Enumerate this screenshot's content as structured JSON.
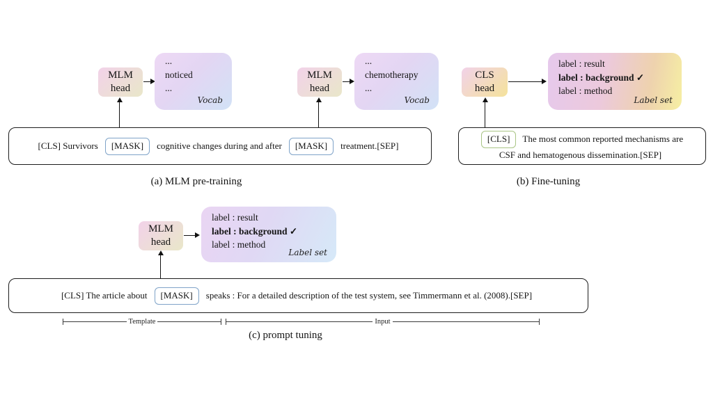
{
  "panel_a": {
    "caption": "(a) MLM pre-training",
    "unit1": {
      "head_line1": "MLM",
      "head_line2": "head",
      "vocab_line1": "...",
      "vocab_line2": "noticed",
      "vocab_line3": "...",
      "vocab_tag": "Vocab"
    },
    "unit2": {
      "head_line1": "MLM",
      "head_line2": "head",
      "vocab_line1": "...",
      "vocab_line2": "chemotherapy",
      "vocab_line3": "...",
      "vocab_tag": "Vocab"
    },
    "sentence": {
      "part1": "[CLS] Survivors",
      "mask1": "[MASK]",
      "part2": "cognitive changes during and after",
      "mask2": "[MASK]",
      "part3": "treatment.[SEP]"
    }
  },
  "panel_b": {
    "caption": "(b) Fine-tuning",
    "head_line1": "CLS",
    "head_line2": "head",
    "labelset": {
      "line1": "label : result",
      "line2": "label : background ✓",
      "line3": "label : method",
      "tag": "Label set"
    },
    "sentence": {
      "cls": "[CLS]",
      "line1_rest": "The most common reported mechanisms are",
      "line2": "CSF and hematogenous dissemination.[SEP]"
    }
  },
  "panel_c": {
    "caption": "(c) prompt tuning",
    "head_line1": "MLM",
    "head_line2": "head",
    "labelset": {
      "line1": "label : result",
      "line2": "label : background ✓",
      "line3": "label : method",
      "tag": "Label set"
    },
    "sentence": {
      "part1": "[CLS] The article about",
      "mask": "[MASK]",
      "part2": "speaks : For a detailed description of the test system, see Timmermann et al. (2008).[SEP]"
    },
    "brackets": {
      "template_label": "Template",
      "input_label": "Input"
    }
  },
  "colors": {
    "head_grad_1": "#f2d2e9",
    "head_grad_2": "#e9e7c9",
    "cls_head_grad_2": "#f4e29b",
    "vocab_grad_1": "#eed9f5",
    "vocab_grad_2": "#d2e2f6",
    "labelset_b_1": "#e6c9ec",
    "labelset_b_2": "#f6efa3",
    "labelset_c_1": "#ead5f3",
    "labelset_c_2": "#d6e9f8",
    "mask_border": "#7fa3c8",
    "cls_border": "#a9c585"
  }
}
